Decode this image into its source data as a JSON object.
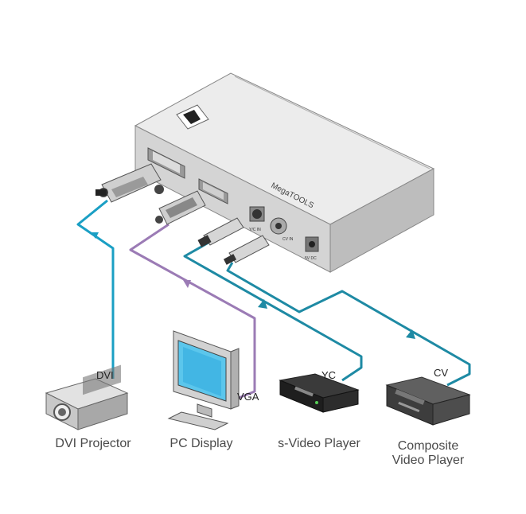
{
  "device": {
    "brand_text": "MegaTOOLS",
    "port_labels": {
      "yc_in": "Y/C IN",
      "cv_in": "CV IN",
      "power": "5V DC"
    }
  },
  "cables": [
    {
      "label": "DVI",
      "color": "#1a9fc4"
    },
    {
      "label": "VGA",
      "color": "#9b7bb5"
    },
    {
      "label": "YC",
      "color": "#1e8aa4"
    },
    {
      "label": "CV",
      "color": "#1e8aa4"
    }
  ],
  "devices": [
    {
      "caption": "DVI Projector"
    },
    {
      "caption": "PC Display"
    },
    {
      "caption": "s-Video Player"
    },
    {
      "caption_line1": "Composite",
      "caption_line2": "Video Player"
    }
  ]
}
